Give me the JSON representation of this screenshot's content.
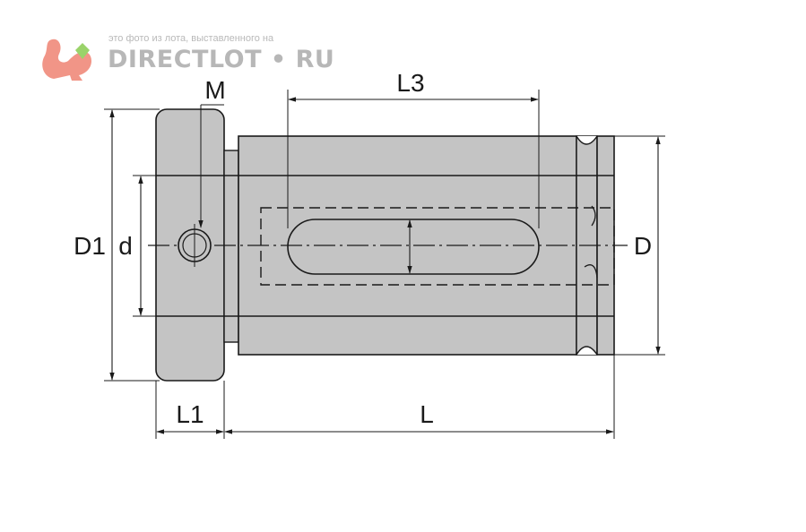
{
  "watermark": {
    "caption": "это фото из лота, выставленного на",
    "brand": "DIRECTLOT • RU"
  },
  "diagram": {
    "labels": {
      "M": "M",
      "L3": "L3",
      "D1": "D1",
      "d": "d",
      "D": "D",
      "L1": "L1",
      "L": "L"
    }
  },
  "colors": {
    "body_fill": "#c4c4c4",
    "outline": "#1a1a1a",
    "dimension": "#1a1a1a",
    "watermark_text": "#b7b7b7",
    "watermark_logo": "#f08a7a",
    "watermark_gem": "#9ad36a"
  }
}
